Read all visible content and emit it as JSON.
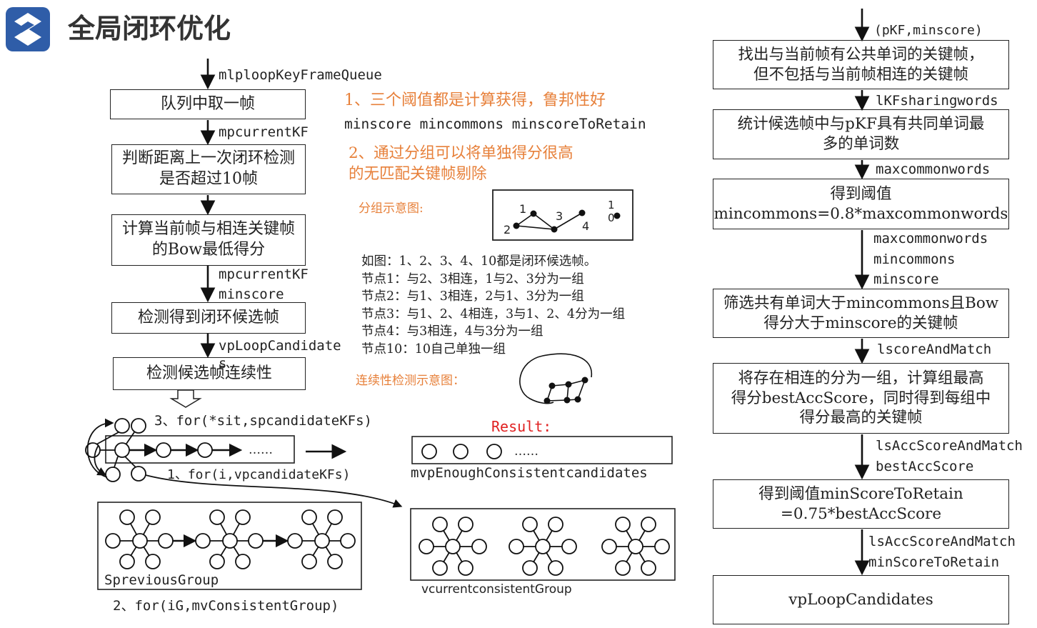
{
  "header": {
    "title": "全局闭环优化",
    "logo": "logo-icon"
  },
  "left_flow": {
    "input_label": "mlploopKeyFrameQueue",
    "steps": [
      {
        "text": "队列中取一帧",
        "after": "mpcurrentKF"
      },
      {
        "text": "判断距离上一次闭环检测是否超过10帧",
        "after": ""
      },
      {
        "text": "计算当前帧与相连关键帧的Bow最低得分",
        "after": "mpcurrentKF\nminscore"
      },
      {
        "text": "检测得到闭环候选帧",
        "after": "vpLoopCandidate"
      },
      {
        "text": "检测候选帧连续性",
        "after": ""
      }
    ],
    "overlap_char": "s"
  },
  "notes": {
    "point1": "1、三个阈值都是计算获得，鲁邦性好",
    "thresholds": "minscore mincommons minscoreToRetain",
    "point2": "2、通过分组可以将单独得分很高\n的无匹配关键帧剔除",
    "group_caption": "分组示意图:",
    "group_nodes": [
      "1",
      "2",
      "3",
      "4",
      "1\n0"
    ],
    "explain": "如图：1、2、3、4、10都是闭环候选帧。\n节点1：与2、3相连，1与2、3分为一组\n节点2：与1、3相连，2与1、3分为一组\n节点3：与1、2、4相连，3与1、2、4分为一组\n节点4：与3相连，4与3分为一组\n节点10：10自己单独一组",
    "continuity_caption": "连续性检测示意图："
  },
  "loops": {
    "for3": "3、for(*sit,spcandidateKFs)",
    "chain_ellipsis": "……",
    "result_label": "Result:",
    "result_ellipsis": "……",
    "result_name": "mvpEnoughConsistentcandidates",
    "for1": "1、for(i,vpcandidateKFs)",
    "prev_group": "SpreviousGroup",
    "for2": "2、for(iG,mvConsistentGroup)",
    "current_group": "vcurrentconsistentGroup"
  },
  "right_flow": {
    "input_label": "(pKF,minscore)",
    "steps": [
      {
        "text": "找出与当前帧有公共单词的关键帧，\n但不包括与当前帧相连的关键帧",
        "after": "lKFsharingwords"
      },
      {
        "text": "统计候选帧中与pKF具有共同单词最\n多的单词数",
        "after": "maxcommonwords"
      },
      {
        "text": "得到阈值\nmincommons=0.8*maxcommonwords",
        "after": "maxcommonwords\nmincommons\nminscore"
      },
      {
        "text": "筛选共有单词大于mincommons且Bow\n得分大于minscore的关键帧",
        "after": "lscoreAndMatch"
      },
      {
        "text": "将存在相连的分为一组，计算组最高\n得分bestAccScore，同时得到每组中\n得分最高的关键帧",
        "after": "lsAccScoreAndMatch\nbestAccScore"
      },
      {
        "text": "得到阈值minScoreToRetain\n=0.75*bestAccScore",
        "after": "lsAccScoreAndMatch\nminScoreToRetain"
      },
      {
        "text": "vpLoopCandidates",
        "after": ""
      }
    ]
  },
  "colors": {
    "logo_blue": "#2f5da8",
    "note_orange": "#e7803a",
    "result_red": "#e02020"
  }
}
